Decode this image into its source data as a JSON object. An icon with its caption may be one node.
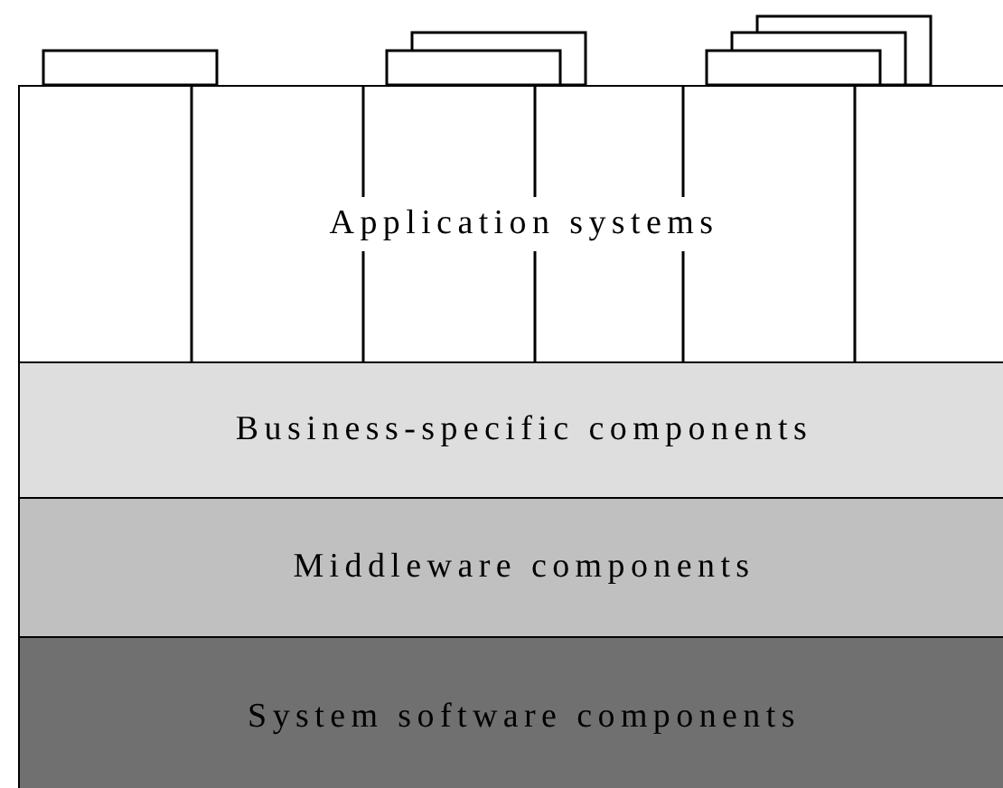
{
  "diagram": {
    "nodes": [
      {
        "text": [
          "Application systems"
        ]
      },
      {
        "text": [
          "Business-specific components"
        ]
      },
      {
        "text": [
          "Middleware components"
        ]
      },
      {
        "text": [
          "System software components"
        ]
      }
    ]
  }
}
